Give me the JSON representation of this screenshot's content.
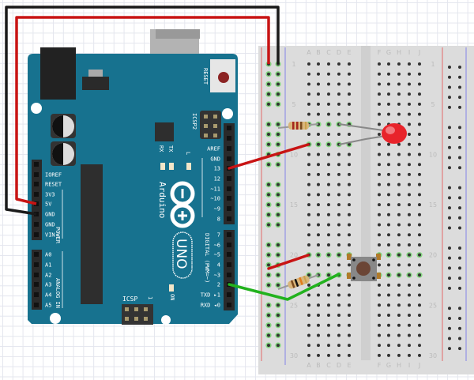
{
  "breadboard": {
    "columns_left": [
      "A",
      "B",
      "C",
      "D",
      "E"
    ],
    "columns_right": [
      "F",
      "G",
      "H",
      "I",
      "J"
    ],
    "row_numbers": [
      "1",
      "5",
      "10",
      "15",
      "20",
      "25",
      "30"
    ]
  },
  "arduino": {
    "brand": "Arduino",
    "model": "UNO",
    "reset_label": "RESET",
    "icsp2_label": "ICSP2",
    "icsp_label": "ICSP",
    "icsp_pin1": "1",
    "rx_label": "RX",
    "tx_label": "TX",
    "l_label": "L",
    "on_label": "ON",
    "power_label": "POWER",
    "analog_label": "ANALOG IN",
    "digital_label": "DIGITAL (PWM=~)",
    "power_pins": [
      "IOREF",
      "RESET",
      "3V3",
      "5V",
      "GND",
      "GND",
      "VIN"
    ],
    "analog_pins": [
      "A0",
      "A1",
      "A2",
      "A3",
      "A4",
      "A5"
    ],
    "digital_high_pins": [
      "AREF",
      "GND",
      "13",
      "12",
      "~11",
      "~10",
      "~9",
      "8"
    ],
    "digital_low_pins": [
      "7",
      "~6",
      "~5",
      "4",
      "~3",
      "2",
      "TXD ▸1",
      "RXD ◂0"
    ]
  },
  "colors": {
    "board": "#17728f",
    "wire_red": "#c81414",
    "wire_black": "#1a1a1a",
    "wire_green": "#22b21e",
    "led": "#e8242b",
    "hole_active": "#5fd35a"
  }
}
